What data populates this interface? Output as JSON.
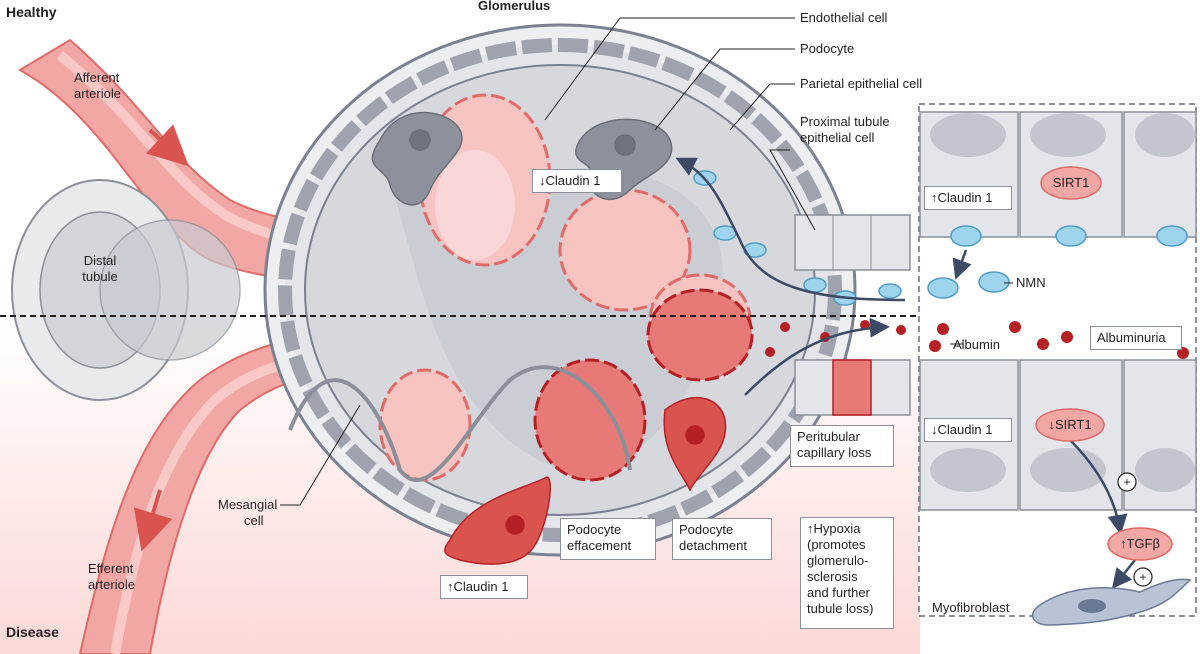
{
  "sections": {
    "healthy": "Healthy",
    "disease": "Disease"
  },
  "labels": {
    "glomerulus": "Glomerulus",
    "endothelial_cell": "Endothelial cell",
    "podocyte": "Podocyte",
    "parietal_epithelial_cell": "Parietal epithelial cell",
    "proximal_tubule_l1": "Proximal tubule",
    "proximal_tubule_l2": "epithelial cell",
    "afferent_l1": "Afferent",
    "afferent_l2": "arteriole",
    "distal_l1": "Distal",
    "distal_l2": "tubule",
    "mesangial_l1": "Mesangial",
    "mesangial_l2": "cell",
    "efferent_l1": "Efferent",
    "efferent_l2": "arteriole",
    "nmn": "NMN",
    "albumin": "Albumin",
    "myofibroblast": "Myofibroblast"
  },
  "callouts": {
    "claudin_down_healthy": "↓Claudin 1",
    "claudin_up_healthy": "↑Claudin 1",
    "claudin_up_disease": "↑Claudin 1",
    "claudin_down_disease": "↓Claudin 1",
    "albuminuria": "Albuminuria",
    "peritubular_l1": "Peritubular",
    "peritubular_l2": "capillary loss",
    "effacement_l1": "Podocyte",
    "effacement_l2": "effacement",
    "detachment_l1": "Podocyte",
    "detachment_l2": "detachment",
    "hypoxia_l1": "↑Hypoxia",
    "hypoxia_l2": "(promotes",
    "hypoxia_l3": "glomerulo-",
    "hypoxia_l4": "sclerosis",
    "hypoxia_l5": "and further",
    "hypoxia_l6": "tubule loss)"
  },
  "molecules": {
    "sirt1_healthy": "SIRT1",
    "sirt1_disease": "↓SIRT1",
    "tgfb": "↑TGFβ",
    "plus1": "+",
    "plus2": "+"
  },
  "colors": {
    "vessel": "#f2a7a4",
    "vessel_dark": "#e06b68",
    "cell_grey": "#dcdde2",
    "cell_outline": "#8a8f99",
    "nucleus": "#b9bcc5",
    "podocyte": "#8d919c",
    "disease_red": "#d9534f",
    "nmn_blue": "#9fd4ef",
    "albumin_red": "#b52025",
    "arrow": "#3d4a66",
    "bg_pink": "#fbe3e1"
  }
}
